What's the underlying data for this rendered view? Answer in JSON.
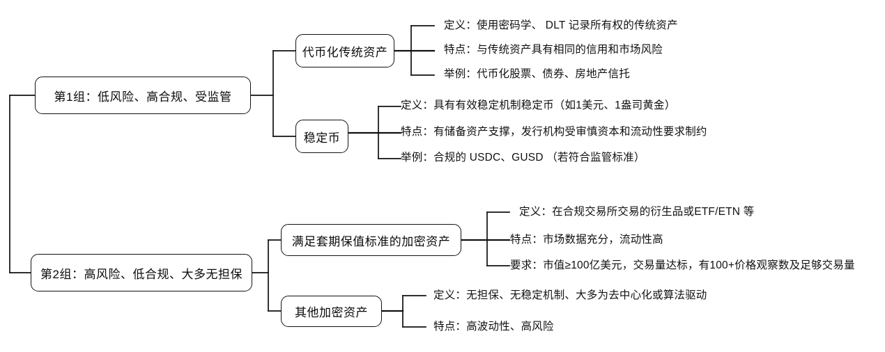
{
  "diagram": {
    "type": "mind-map",
    "title": "加密资产分类思维导图",
    "orientation": "left-to-right",
    "line_color": "#111111",
    "background_color": "#ffffff",
    "root": {
      "label": ""
    },
    "groups": [
      {
        "id": "group-1",
        "label": "第1组：低风险、高合规、受监管",
        "children": [
          {
            "id": "node-tokenized-traditional-assets",
            "label": "代币化传统资产",
            "leaves": [
              "定义：使用密码学、 DLT 记录所有权的传统资产",
              "特点：与传统资产具有相同的信用和市场风险",
              "举例：代币化股票、债券、房地产信托"
            ]
          },
          {
            "id": "node-stablecoin",
            "label": "稳定币",
            "leaves": [
              "定义：具有有效稳定机制稳定币（如1美元、1盎司黄金）",
              "特点：有储备资产支撑，发行机构受审慎资本和流动性要求制约",
              "举例：合规的 USDC、GUSD （若符合监管标准）"
            ]
          }
        ]
      },
      {
        "id": "group-2",
        "label": "第2组：高风险、低合规、大多无担保",
        "children": [
          {
            "id": "node-hedge-qualified-crypto",
            "label": "满足套期保值标准的加密资产",
            "leaves": [
              "定义：在合规交易所交易的衍生品或ETF/ETN 等",
              "特点：市场数据充分，流动性高",
              "要求：市值≥100亿美元，交易量达标，有100+价格观察数及足够交易量"
            ]
          },
          {
            "id": "node-other-crypto",
            "label": "其他加密资产",
            "leaves": [
              "定义：无担保、无稳定机制、大多为去中心化或算法驱动",
              "特点：高波动性、高风险"
            ]
          }
        ]
      }
    ]
  }
}
